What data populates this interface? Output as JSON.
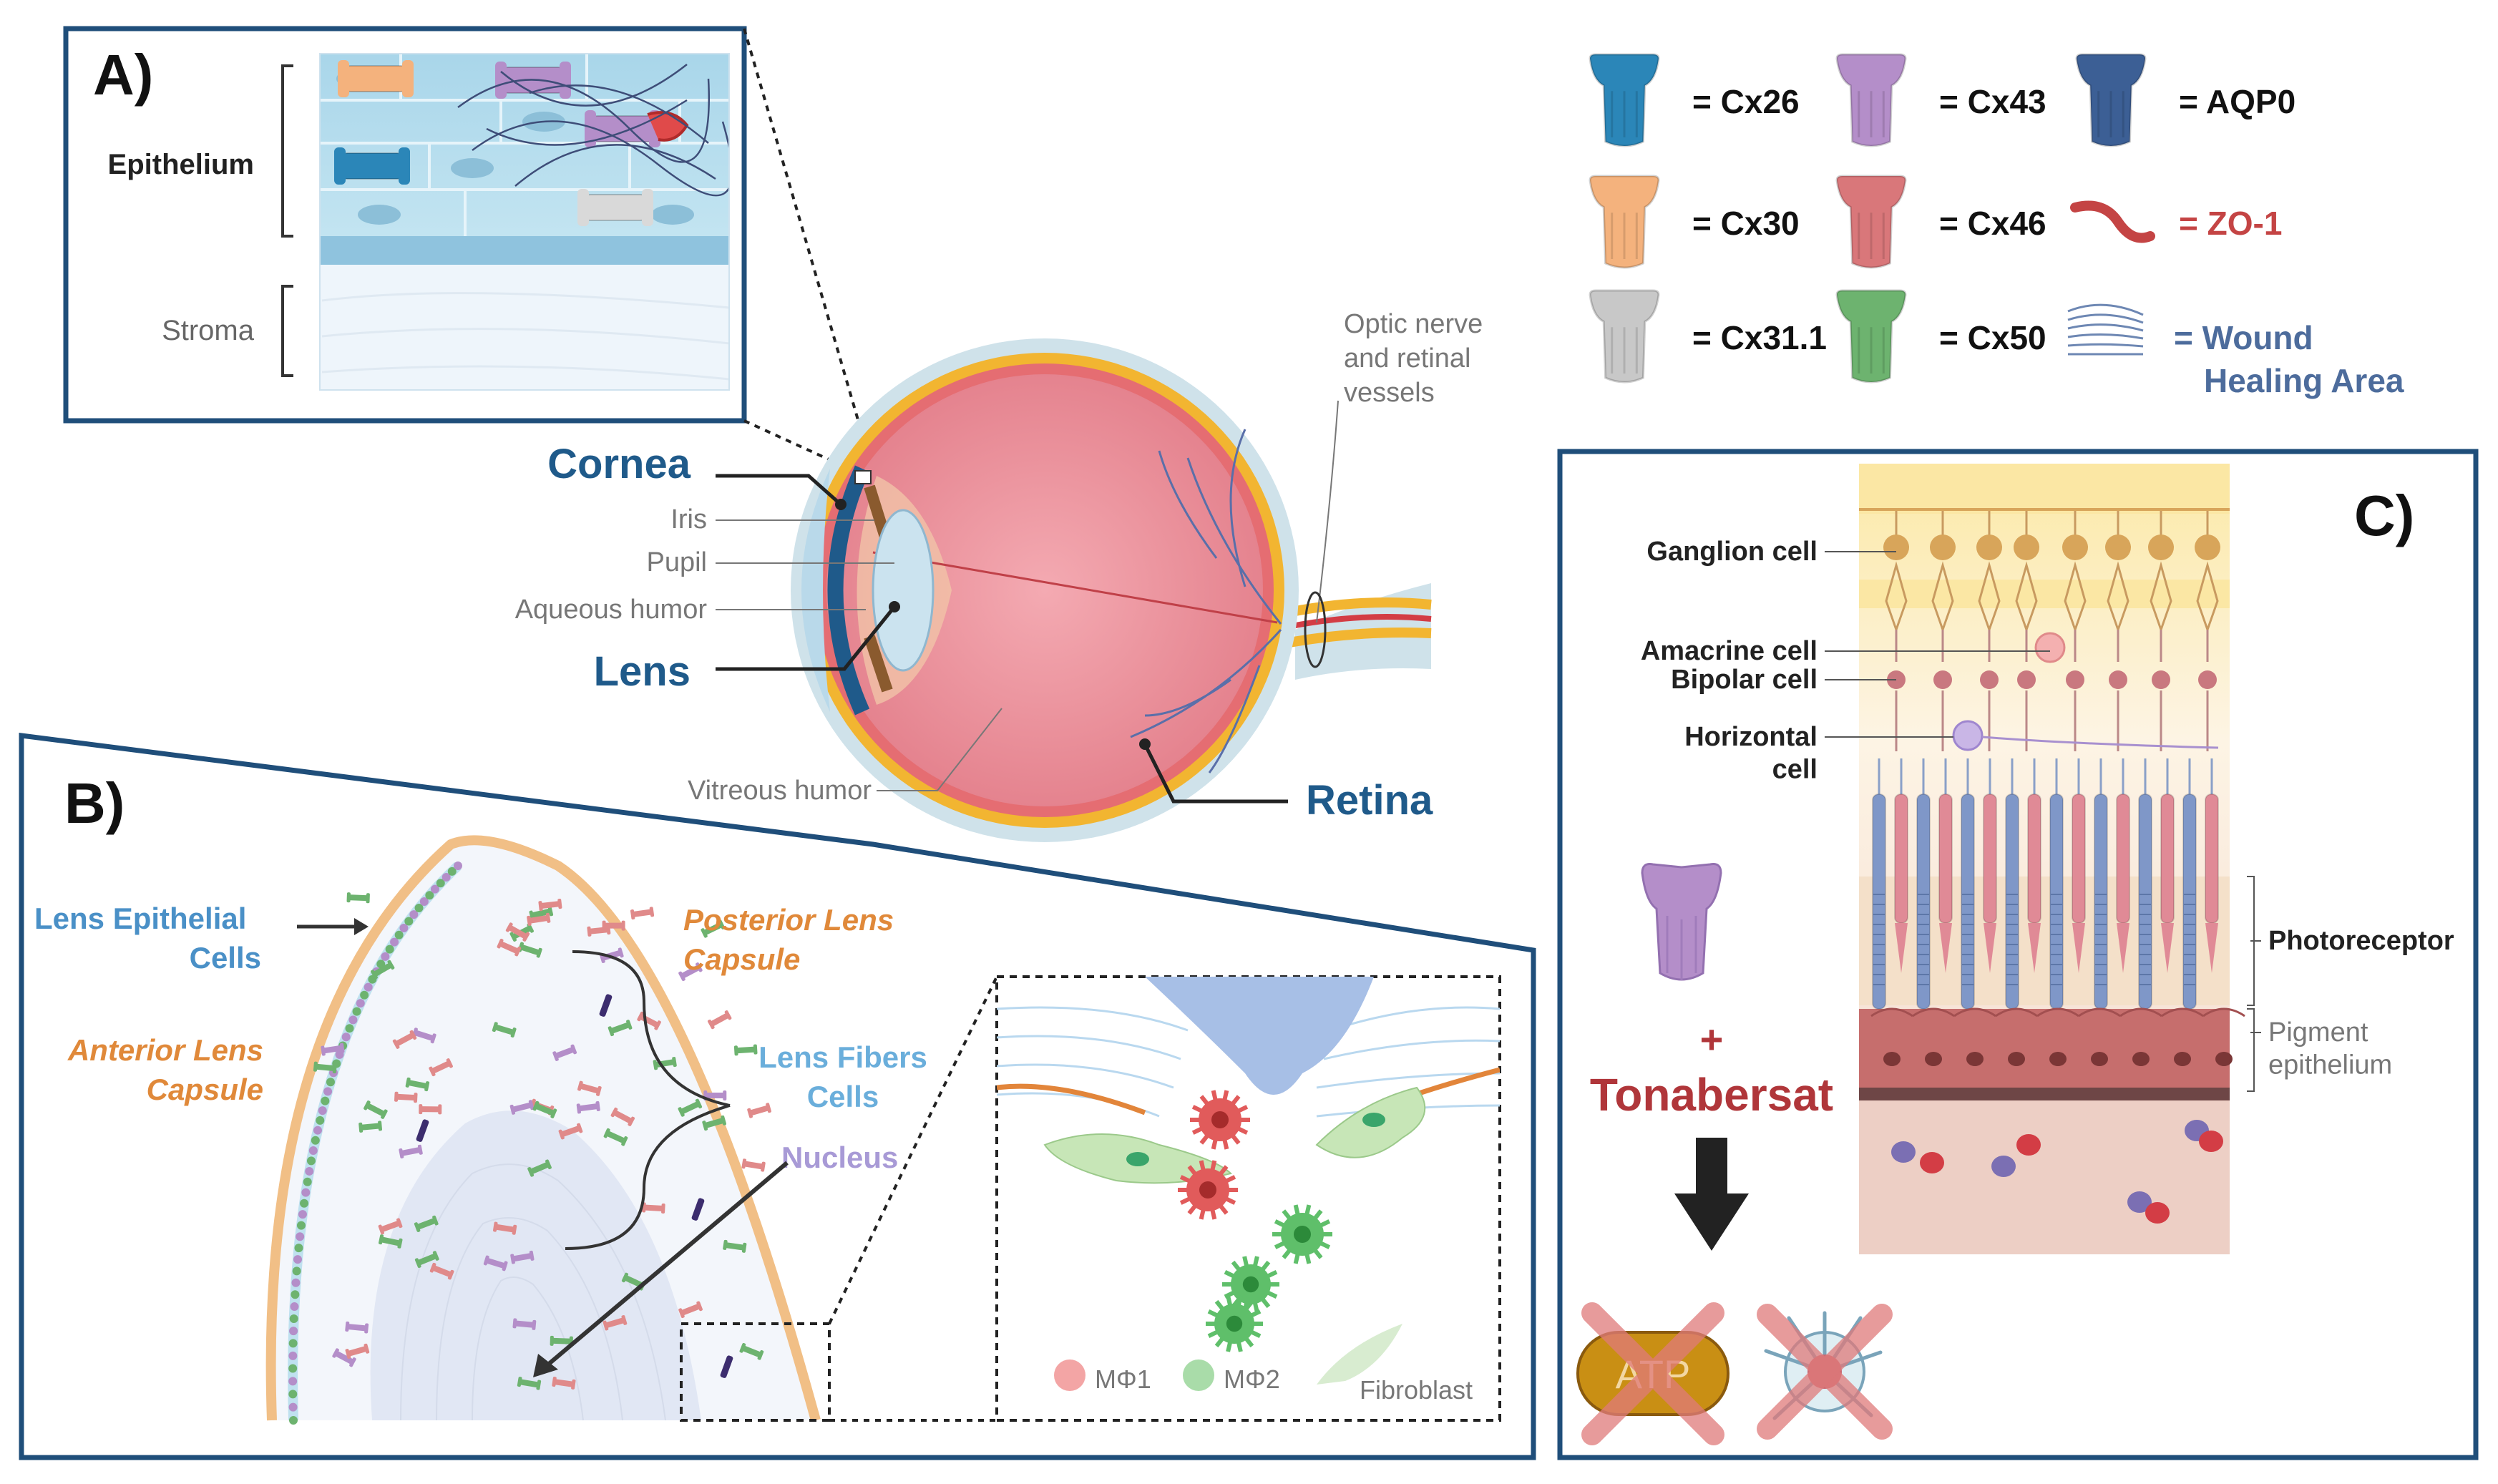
{
  "panel_a": {
    "label": "A)",
    "epithelium": "Epithelium",
    "stroma": "Stroma"
  },
  "eye": {
    "cornea": "Cornea",
    "iris": "Iris",
    "pupil": "Pupil",
    "aqueous": "Aqueous humor",
    "lens": "Lens",
    "vitreous": "Vitreous humor",
    "retina": "Retina",
    "optic_lines": [
      "Optic nerve",
      "and retinal",
      "vessels"
    ]
  },
  "legend": [
    {
      "label": "= Cx26",
      "color": "#2b86b8",
      "kind": "channel"
    },
    {
      "label": "= Cx43",
      "color": "#b48ec9",
      "kind": "channel"
    },
    {
      "label": "= AQP0",
      "color": "#3c5f95",
      "kind": "channel"
    },
    {
      "label": "= Cx30",
      "color": "#f4b27d",
      "kind": "channel"
    },
    {
      "label": "= Cx46",
      "color": "#d9777a",
      "kind": "channel"
    },
    {
      "label": "= ZO-1",
      "color": "#c44444",
      "kind": "zo1"
    },
    {
      "label": "= Cx31.1",
      "color": "#c8c8c8",
      "kind": "channel"
    },
    {
      "label": "= Cx50",
      "color": "#6db36f",
      "kind": "channel"
    },
    {
      "label": "= Wound",
      "label2": "Healing Area",
      "color": "#4d6c9c",
      "kind": "wound"
    }
  ],
  "panel_b": {
    "label": "B)",
    "lens_epithelial": [
      "Lens Epithelial",
      "Cells"
    ],
    "anterior": [
      "Anterior Lens",
      "Capsule"
    ],
    "posterior": [
      "Posterior Lens",
      "Capsule"
    ],
    "fibers": [
      "Lens Fibers",
      "Cells"
    ],
    "nucleus": "Nucleus",
    "inset_labels": {
      "m1": "MΦ1",
      "m2": "MΦ2",
      "fibroblast": "Fibroblast"
    }
  },
  "panel_c": {
    "label": "C)",
    "ganglion": "Ganglion cell",
    "amacrine": "Amacrine cell",
    "bipolar": "Bipolar cell",
    "horizontal": [
      "Horizontal",
      "cell"
    ],
    "photoreceptor": "Photoreceptor",
    "pigment": [
      "Pigment",
      "epithelium"
    ],
    "plus": "+",
    "drug": "Tonabersat",
    "atp": "ATP"
  },
  "colors": {
    "frame": "#1f4e7a",
    "title_blue": "#1f5a8a",
    "light_blue": "#4a90c7",
    "orange": "#e0893a",
    "purple_text": "#a89ad6",
    "drug_red": "#b0363a",
    "gray_text": "#777777"
  }
}
